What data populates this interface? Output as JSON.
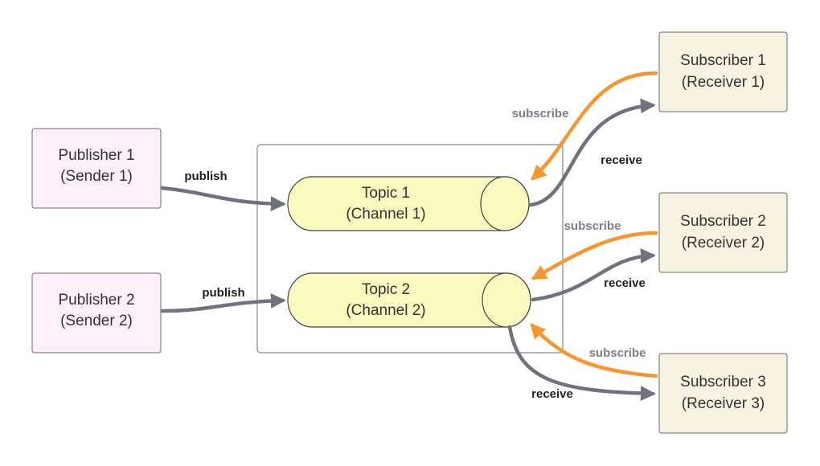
{
  "colors": {
    "publisher_fill": "#fdf0fb",
    "subscriber_fill": "#f7f3e0",
    "topic_fill": "#fafabf",
    "node_stroke": "#6b6b6b",
    "gray_edge": "#6f7380",
    "orange_edge": "#f5962f",
    "label_dark": "#1f1f1f",
    "label_gray": "#7a7e88"
  },
  "publishers": [
    {
      "line1": "Publisher 1",
      "line2": "(Sender 1)"
    },
    {
      "line1": "Publisher 2",
      "line2": "(Sender 2)"
    }
  ],
  "topics": [
    {
      "line1": "Topic 1",
      "line2": "(Channel 1)"
    },
    {
      "line1": "Topic 2",
      "line2": "(Channel 2)"
    }
  ],
  "subscribers": [
    {
      "line1": "Subscriber 1",
      "line2": "(Receiver 1)"
    },
    {
      "line1": "Subscriber 2",
      "line2": "(Receiver 2)"
    },
    {
      "line1": "Subscriber 3",
      "line2": "(Receiver 3)"
    }
  ],
  "edge_labels": {
    "publish_1": "publish",
    "publish_2": "publish",
    "subscribe_1": "subscribe",
    "receive_1": "receive",
    "subscribe_2": "subscribe",
    "receive_2": "receive",
    "subscribe_3": "subscribe",
    "receive_3": "receive"
  }
}
